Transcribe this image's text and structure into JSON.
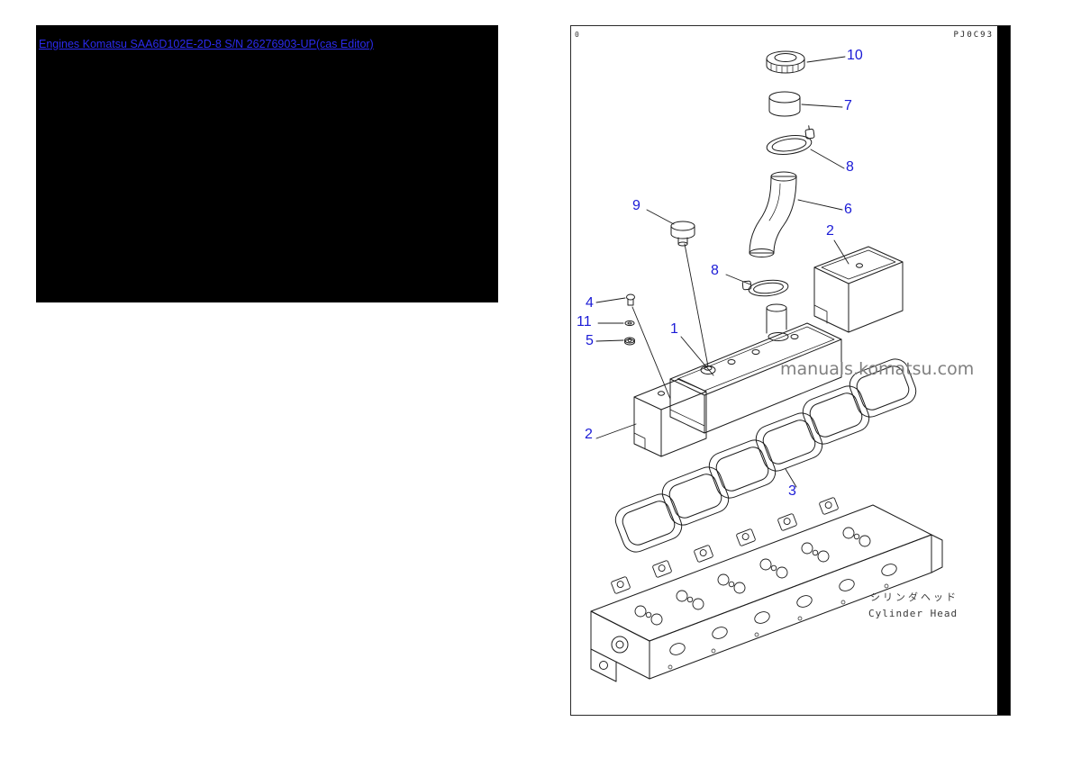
{
  "page": {
    "background": "#ffffff"
  },
  "link": {
    "text": "Engines Komatsu SAA6D102E-2D-8 S/N 26276903-UP(cas Editor)"
  },
  "diagram": {
    "corner_left": "0",
    "corner_code": "PJ0C93",
    "watermark": "manuals.komatsu.com",
    "captions": {
      "jp": "シリンダヘッド",
      "en": "Cylinder Head"
    },
    "labels": [
      {
        "part": "10",
        "text": "10"
      },
      {
        "part": "7",
        "text": "7"
      },
      {
        "part": "8",
        "text": "8"
      },
      {
        "part": "6",
        "text": "6"
      },
      {
        "part": "9",
        "text": "9"
      },
      {
        "part": "2",
        "text": "2"
      },
      {
        "part": "8",
        "text": "8"
      },
      {
        "part": "1",
        "text": "1"
      },
      {
        "part": "4",
        "text": "4"
      },
      {
        "part": "11",
        "text": "11"
      },
      {
        "part": "5",
        "text": "5"
      },
      {
        "part": "2",
        "text": "2"
      },
      {
        "part": "3",
        "text": "3"
      }
    ],
    "colors": {
      "label_blue": "#1b1bd6",
      "link_blue": "#2b2bee",
      "panel_black": "#000000",
      "line_black": "#1c1c1c"
    }
  }
}
